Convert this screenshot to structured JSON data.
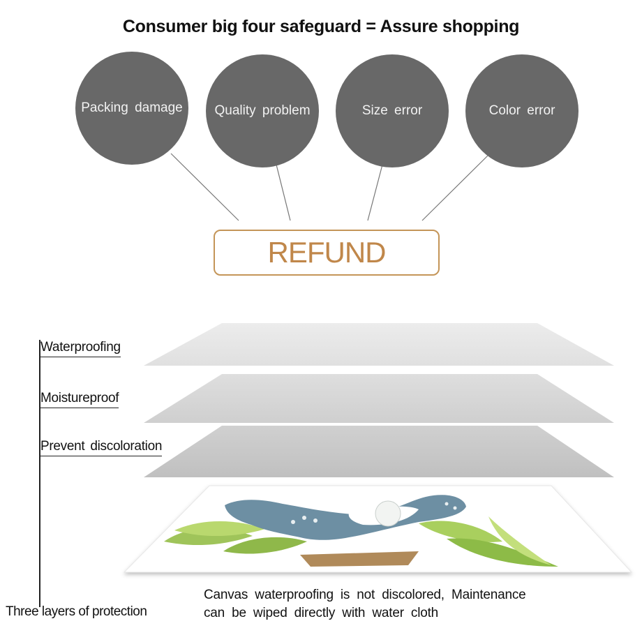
{
  "title": "Consumer big four safeguard = Assure shopping",
  "safeguards": [
    {
      "label": "Packing damage"
    },
    {
      "label": "Quality problem"
    },
    {
      "label": "Size error"
    },
    {
      "label": "Color error"
    }
  ],
  "refund_label": "REFUND",
  "layers": {
    "labels": [
      "Waterproofing",
      "Moistureproof",
      "Prevent discoloration"
    ],
    "summary": "Three layers of protection"
  },
  "description": {
    "line1": "Canvas waterproofing is not discolored, Maintenance",
    "line2": "can be wiped directly with water cloth"
  },
  "colors": {
    "circle": "#686868",
    "refund_accent": "#c0874a",
    "layer_top": "#e6e6e6",
    "layer_mid": "#d6d6d6",
    "layer_bottom": "#c6c6c6"
  }
}
